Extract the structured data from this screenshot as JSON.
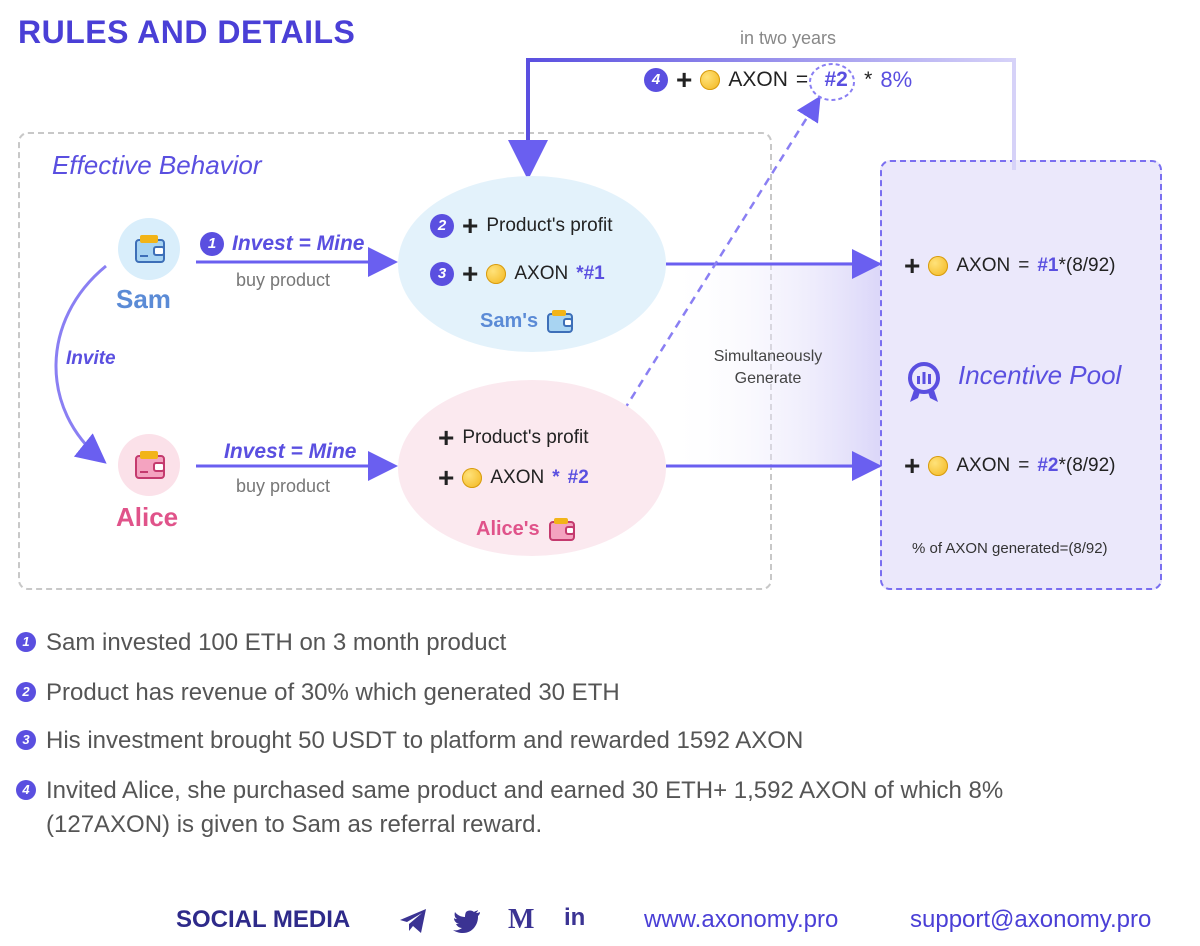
{
  "title": "RULES AND DETAILS",
  "top_note": "in two years",
  "top_formula": {
    "step": "4",
    "plus": "+",
    "token": "AXON",
    "equals": "=",
    "hash": "#2",
    "mult": "*",
    "percent": "8%"
  },
  "behavior": {
    "title": "Effective Behavior",
    "sam": {
      "name": "Sam",
      "step": "1",
      "action": "Invest = Mine",
      "sub": "buy product",
      "owner": "Sam's"
    },
    "alice": {
      "name": "Alice",
      "action": "Invest = Mine",
      "sub": "buy product",
      "owner": "Alice's"
    },
    "invite": "Invite",
    "sam_ellipse": {
      "step_profit": "2",
      "profit": "Product's profit",
      "step_axon": "3",
      "axon": "AXON",
      "hash": "*#1"
    },
    "alice_ellipse": {
      "profit": "Product's profit",
      "axon": "AXON",
      "star": "*",
      "hash": "#2"
    },
    "simultaneously": "Simultaneously Generate"
  },
  "pool": {
    "title": "Incentive Pool",
    "row1": {
      "token": "AXON",
      "equals": "=",
      "hash": "#1",
      "ratio": "*(8/92)"
    },
    "row2": {
      "token": "AXON",
      "equals": "=",
      "hash": "#2",
      "ratio": "*(8/92)"
    },
    "note": "% of AXON generated=(8/92)"
  },
  "legend": [
    {
      "num": "1",
      "text": "Sam invested 100 ETH on 3 month product"
    },
    {
      "num": "2",
      "text": "Product has revenue of 30% which generated 30 ETH"
    },
    {
      "num": "3",
      "text": "His investment  brought 50 USDT to platform and rewarded 1592 AXON"
    },
    {
      "num": "4",
      "text": "Invited Alice, she purchased same product and earned 30 ETH+ 1,592 AXON of which 8%(127AXON) is given to Sam as referral reward."
    }
  ],
  "footer": {
    "social": "SOCIAL MEDIA",
    "icons": [
      "telegram-icon",
      "twitter-icon",
      "medium-icon",
      "linkedin-icon"
    ],
    "medium_glyph": "M",
    "linkedin_glyph": "in",
    "site": "www.axonomy.pro",
    "email": "support@axonomy.pro"
  },
  "colors": {
    "accent": "#5a4fe0",
    "sam": "#5b8bd6",
    "alice": "#e0538a",
    "pool_bg": "#ebe8fb"
  }
}
